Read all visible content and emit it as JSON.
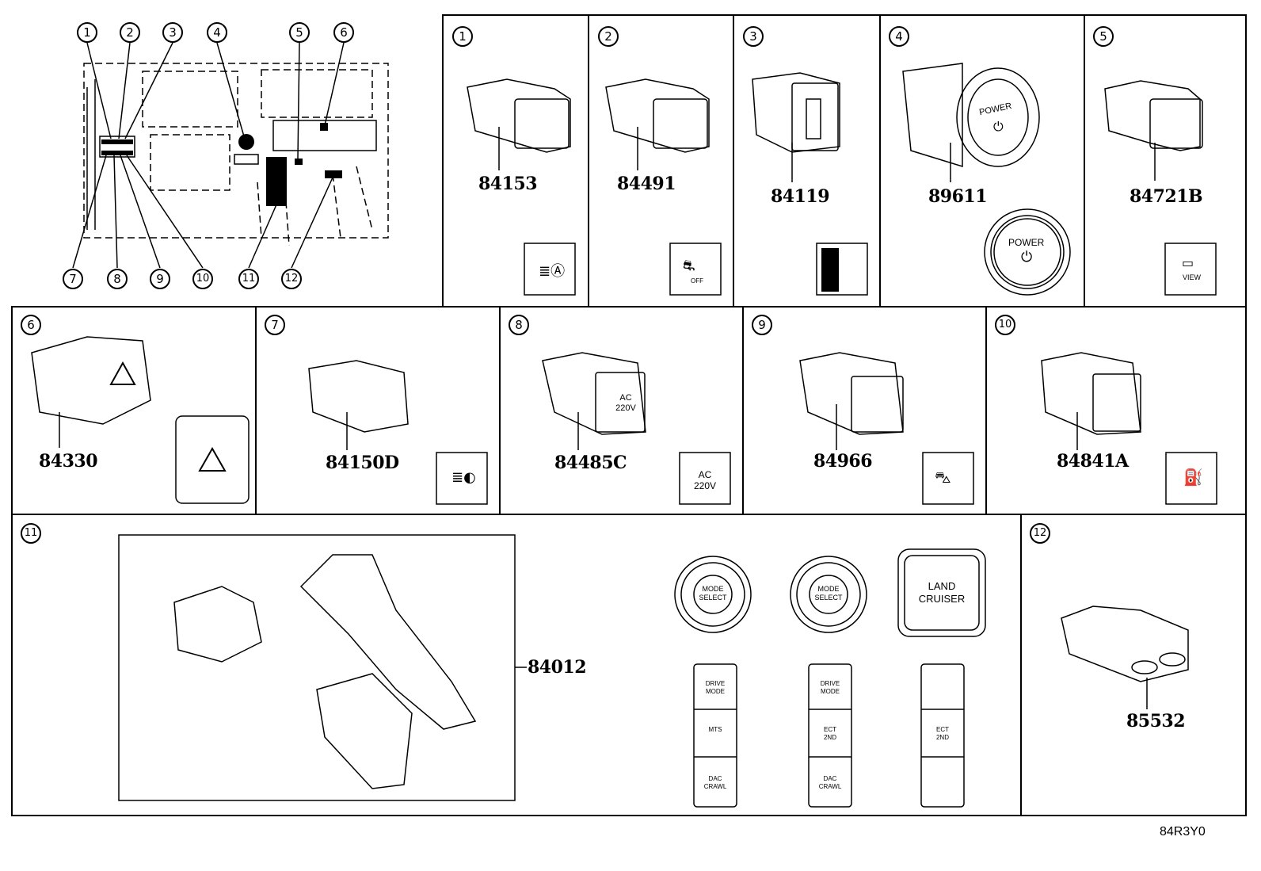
{
  "diagram_code": "84R3Y0",
  "overview": {
    "callouts": [
      "1",
      "2",
      "3",
      "4",
      "5",
      "6",
      "7",
      "8",
      "9",
      "10",
      "11",
      "12"
    ]
  },
  "panels": [
    {
      "number": "1",
      "part_number": "84153"
    },
    {
      "number": "2",
      "part_number": "84491"
    },
    {
      "number": "3",
      "part_number": "84119"
    },
    {
      "number": "4",
      "part_number": "89611"
    },
    {
      "number": "5",
      "part_number": "84721B"
    },
    {
      "number": "6",
      "part_number": "84330"
    },
    {
      "number": "7",
      "part_number": "84150D"
    },
    {
      "number": "8",
      "part_number": "84485C"
    },
    {
      "number": "9",
      "part_number": "84966"
    },
    {
      "number": "10",
      "part_number": "84841A"
    },
    {
      "number": "11",
      "part_number": "84012"
    },
    {
      "number": "12",
      "part_number": "85532"
    }
  ],
  "switch_labels": {
    "off": "OFF",
    "power": "POWER",
    "view": "VIEW",
    "ac_line1": "AC",
    "ac_line2": "220V",
    "mode_line1": "MODE",
    "mode_line2": "SELECT",
    "land_line1": "LAND",
    "land_line2": "CRUISER",
    "drive_line1": "DRIVE",
    "drive_line2": "MODE",
    "mts_line1": "MTS",
    "ect_line1": "ECT",
    "ect_line2": "2ND",
    "dac_line1": "DAC",
    "dac_line2": "CRAWL"
  },
  "icons": [
    "auto-headlight-icon",
    "vehicle-off-icon",
    "dial-icon",
    "power-icon",
    "view-camera-icon",
    "hazard-icon",
    "headlight-cleaner-icon",
    "rear-hatch-icon",
    "fuel-door-icon"
  ]
}
